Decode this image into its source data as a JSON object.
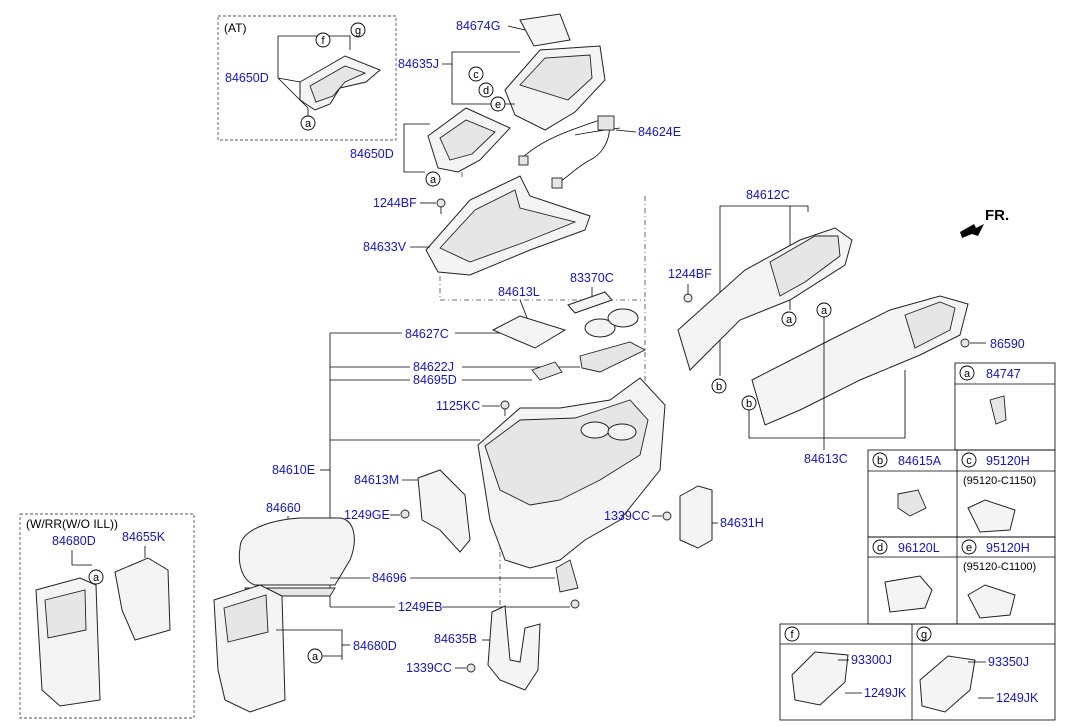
{
  "labels": {
    "at_group": "(AT)",
    "wrr_group": "(W/RR(W/O ILL))",
    "front_marker": "FR.",
    "p84674G": "84674G",
    "p84635J": "84635J",
    "p84650D_at": "84650D",
    "p84650D": "84650D",
    "p84624E": "84624E",
    "p1244BF_a": "1244BF",
    "p84633V": "84633V",
    "p84612C": "84612C",
    "p1244BF_b": "1244BF",
    "p83370C": "83370C",
    "p84613L": "84613L",
    "p84627C": "84627C",
    "p84622J": "84622J",
    "p84695D": "84695D",
    "p86590": "86590",
    "p1125KC": "1125KC",
    "p84610E": "84610E",
    "p84613M": "84613M",
    "p84613C": "84613C",
    "p84660": "84660",
    "p1249GE": "1249GE",
    "p1339CC_a": "1339CC",
    "p84631H": "84631H",
    "p84680D_w": "84680D",
    "p84655K": "84655K",
    "p84696": "84696",
    "p1249EB": "1249EB",
    "p84635B": "84635B",
    "p84680D": "84680D",
    "p1339CC_b": "1339CC"
  },
  "callouts": {
    "a": "a",
    "b": "b",
    "c": "c",
    "d": "d",
    "e": "e",
    "f": "f",
    "g": "g"
  },
  "legend": {
    "a": {
      "letter": "a",
      "part": "84747"
    },
    "b": {
      "letter": "b",
      "part": "84615A"
    },
    "c": {
      "letter": "c",
      "part": "95120H",
      "sub": "(95120-C1150)"
    },
    "d": {
      "letter": "d",
      "part": "96120L"
    },
    "e": {
      "letter": "e",
      "part": "95120H",
      "sub": "(95120-C1100)"
    },
    "f": {
      "letter": "f",
      "part": "93300J",
      "part2": "1249JK"
    },
    "g": {
      "letter": "g",
      "part": "93350J",
      "part2": "1249JK"
    }
  },
  "colors": {
    "label": "#1414c8",
    "line": "#000000"
  }
}
